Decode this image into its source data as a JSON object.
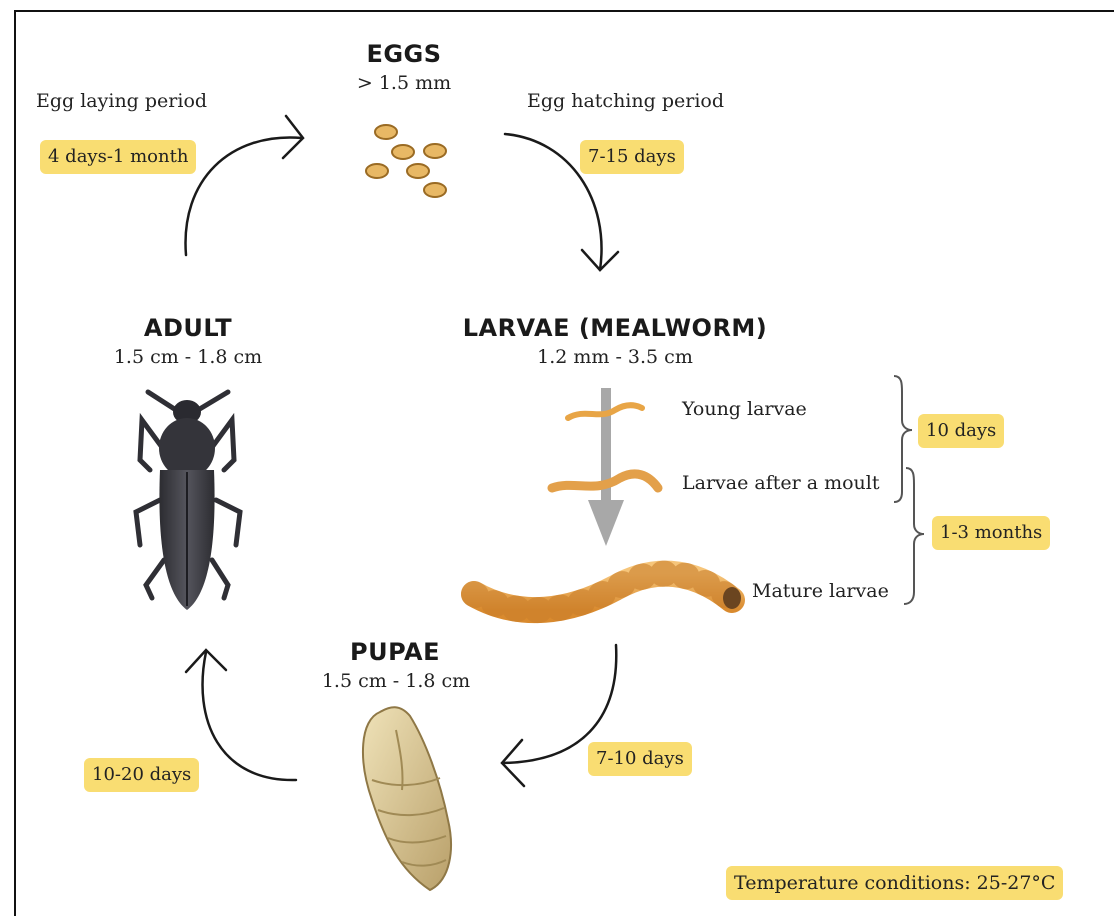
{
  "stages": {
    "eggs": {
      "title": "EGGS",
      "size": "> 1.5 mm"
    },
    "larvae": {
      "title": "LARVAE (MEALWORM)",
      "size": "1.2 mm - 3.5 cm"
    },
    "pupae": {
      "title": "PUPAE",
      "size": "1.5 cm - 1.8 cm"
    },
    "adult": {
      "title": "ADULT",
      "size": "1.5 cm - 1.8 cm"
    }
  },
  "periods": {
    "egg_laying": {
      "label": "Egg laying period",
      "duration": "4 days-1 month"
    },
    "egg_hatching": {
      "label": "Egg hatching period",
      "duration": "7-15 days"
    },
    "larvae_to_pupae": {
      "duration": "7-10 days"
    },
    "pupae_to_adult": {
      "duration": "10-20 days"
    }
  },
  "larval_stages": {
    "young": "Young larvae",
    "after_moult": "Larvae after a moult",
    "mature": "Mature larvae",
    "young_to_moult_duration": "10 days",
    "moult_to_mature_duration": "1-3 months"
  },
  "temperature": "Temperature conditions: 25-27°C",
  "colors": {
    "badge": "#f9dd72",
    "egg": "#e8b865",
    "larva": "#e8a546",
    "beetle": "#3a3a40",
    "pupa": "#d9c48d",
    "arrow": "#1a1a1a",
    "growth_arrow": "#a8a8a8"
  }
}
